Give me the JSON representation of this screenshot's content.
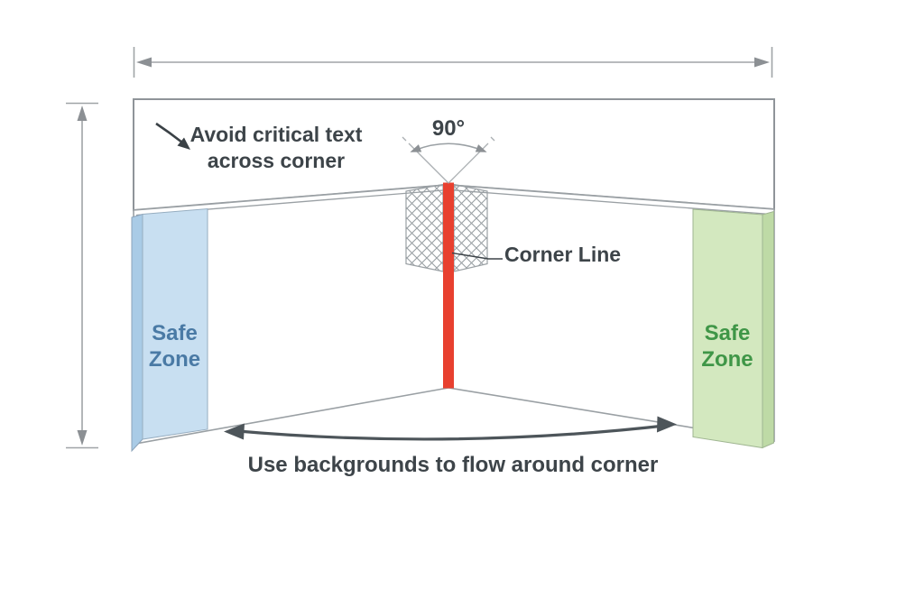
{
  "diagram": {
    "annotations": {
      "avoid_text_line1": "Avoid critical text",
      "avoid_text_line2": "across corner",
      "angle_label": "90°",
      "corner_line_label": "Corner Line",
      "safe_zone_left": {
        "line1": "Safe",
        "line2": "Zone"
      },
      "safe_zone_right": {
        "line1": "Safe",
        "line2": "Zone"
      },
      "bottom_caption": "Use backgrounds to flow around corner"
    },
    "icons": {
      "width_dimension": "horizontal-double-arrow-with-end-ticks",
      "height_dimension": "vertical-double-arrow-with-end-ticks",
      "angle_arc": "curved-double-arrow",
      "flow_arrow": "curved-double-arrow",
      "avoid_pointer": "small-curved-arrow-down-right",
      "corner_hatch": "crosshatch-diamond-pattern"
    },
    "colors": {
      "corner_line_red": "#e8402f",
      "safe_zone_left_fill": "#c8dff1",
      "safe_zone_left_side": "#a9cbe6",
      "safe_zone_left_text": "#4a7aa5",
      "safe_zone_right_fill": "#d3e8bf",
      "safe_zone_right_side": "#bedaa6",
      "safe_zone_right_text": "#3f9647",
      "outline_gray": "#9aa0a4",
      "dimension_gray": "#a0a4a7",
      "dark_text": "#3d4449",
      "flow_arrow_dark": "#4d555a",
      "background": "#ffffff"
    }
  }
}
